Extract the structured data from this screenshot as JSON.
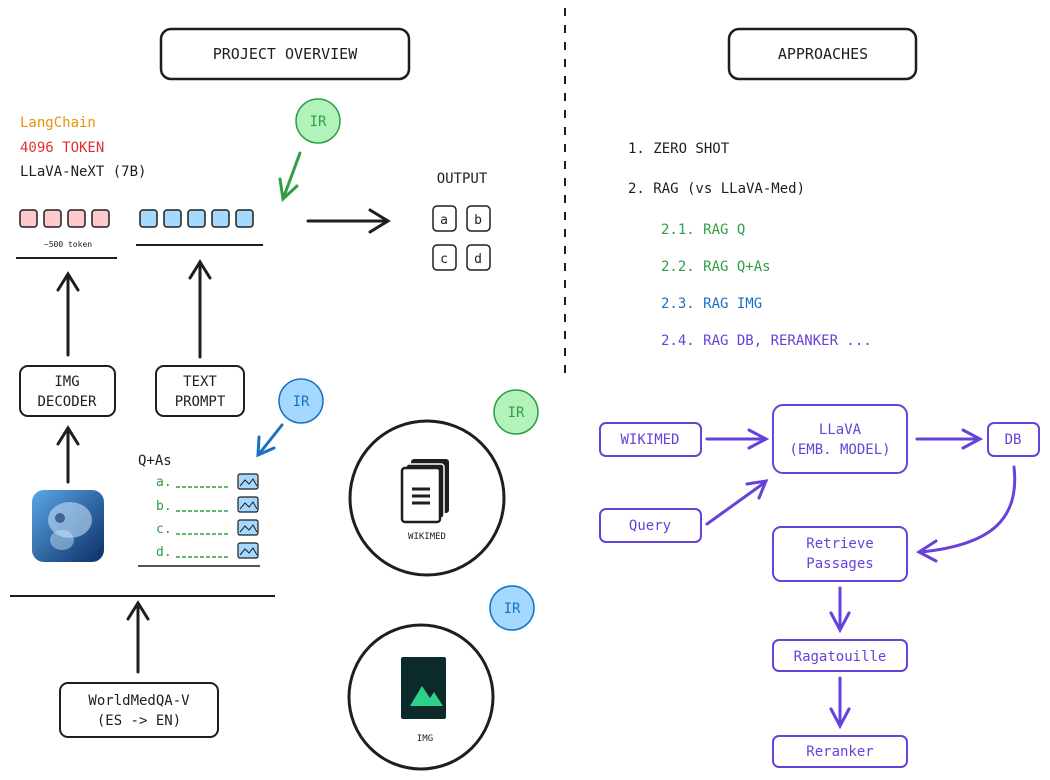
{
  "colors": {
    "orange": "#e8920d",
    "red": "#e03131",
    "ink": "#1e1e1e",
    "green": "#2f9e44",
    "blue": "#1971c2",
    "purple": "#6741d9",
    "pink_fill": "#ffc9c9",
    "blue_fill": "#a5d8ff",
    "green_fill": "#b2f2bb",
    "purple_box_fill": "#ffffff"
  },
  "overview": {
    "title": "PROJECT OVERVIEW",
    "model_lines": [
      "LangChain",
      "4096 TOKEN",
      "LLaVA-NeXT (7B)"
    ],
    "token_note": "~500 token",
    "output_label": "OUTPUT",
    "output_options": [
      "a",
      "b",
      "c",
      "d"
    ],
    "ir_label": "IR",
    "img_decoder": [
      "IMG",
      "DECODER"
    ],
    "text_prompt": [
      "TEXT",
      "PROMPT"
    ],
    "qas_title": "Q+As",
    "qas_items": [
      "a.",
      "b.",
      "c.",
      "d."
    ],
    "dataset": [
      "WorldMedQA-V",
      "(ES -> EN)"
    ],
    "wikimed_label": "WIKIMED",
    "img_label": "IMG"
  },
  "approaches": {
    "title": "APPROACHES",
    "items": [
      {
        "text": "1. ZERO SHOT",
        "color": "ink"
      },
      {
        "text": "2. RAG (vs LLaVA-Med)",
        "color": "ink"
      },
      {
        "text": "2.1. RAG Q",
        "color": "green"
      },
      {
        "text": "2.2. RAG Q+As",
        "color": "green"
      },
      {
        "text": "2.3. RAG IMG",
        "color": "blue"
      },
      {
        "text": "2.4. RAG DB, RERANKER ...",
        "color": "purple"
      }
    ]
  },
  "pipeline": {
    "wikimed": "WIKIMED",
    "query": "Query",
    "llava": [
      "LLaVA",
      "(EMB. MODEL)"
    ],
    "db": "DB",
    "retrieve": [
      "Retrieve",
      "Passages"
    ],
    "ragatouille": "Ragatouille",
    "reranker": "Reranker"
  }
}
